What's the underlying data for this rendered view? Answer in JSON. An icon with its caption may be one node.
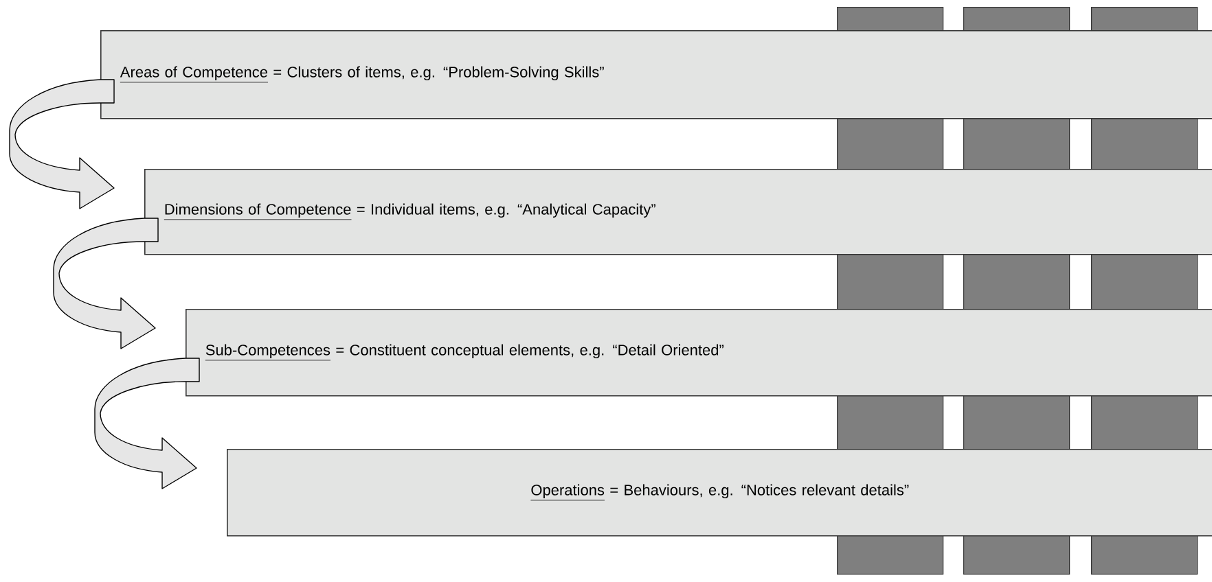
{
  "diagram": {
    "nodes": [
      {
        "text": [
          "Areas of Competence",
          "= Clusters of items, e.g. “Problem-Solving Skills”"
        ]
      },
      {
        "text": [
          "Dimensions of Competence",
          "= Individual items, e.g. “Analytical Capacity”"
        ]
      },
      {
        "text": [
          "Sub-Competences",
          "= Constituent conceptual elements, e.g. “Detail Oriented”"
        ]
      },
      {
        "text": [
          "Operations",
          "= Behaviours, e.g. “Notices relevant details”"
        ]
      },
      {
        "text": [],
        "shape": "bar"
      },
      {
        "text": [],
        "shape": "bar"
      },
      {
        "text": [],
        "shape": "bar"
      }
    ],
    "edges": [
      {
        "from": 0,
        "to": 1,
        "arrow": "to"
      },
      {
        "from": 1,
        "to": 2,
        "arrow": "to"
      },
      {
        "from": 2,
        "to": 3,
        "arrow": "to"
      }
    ]
  }
}
